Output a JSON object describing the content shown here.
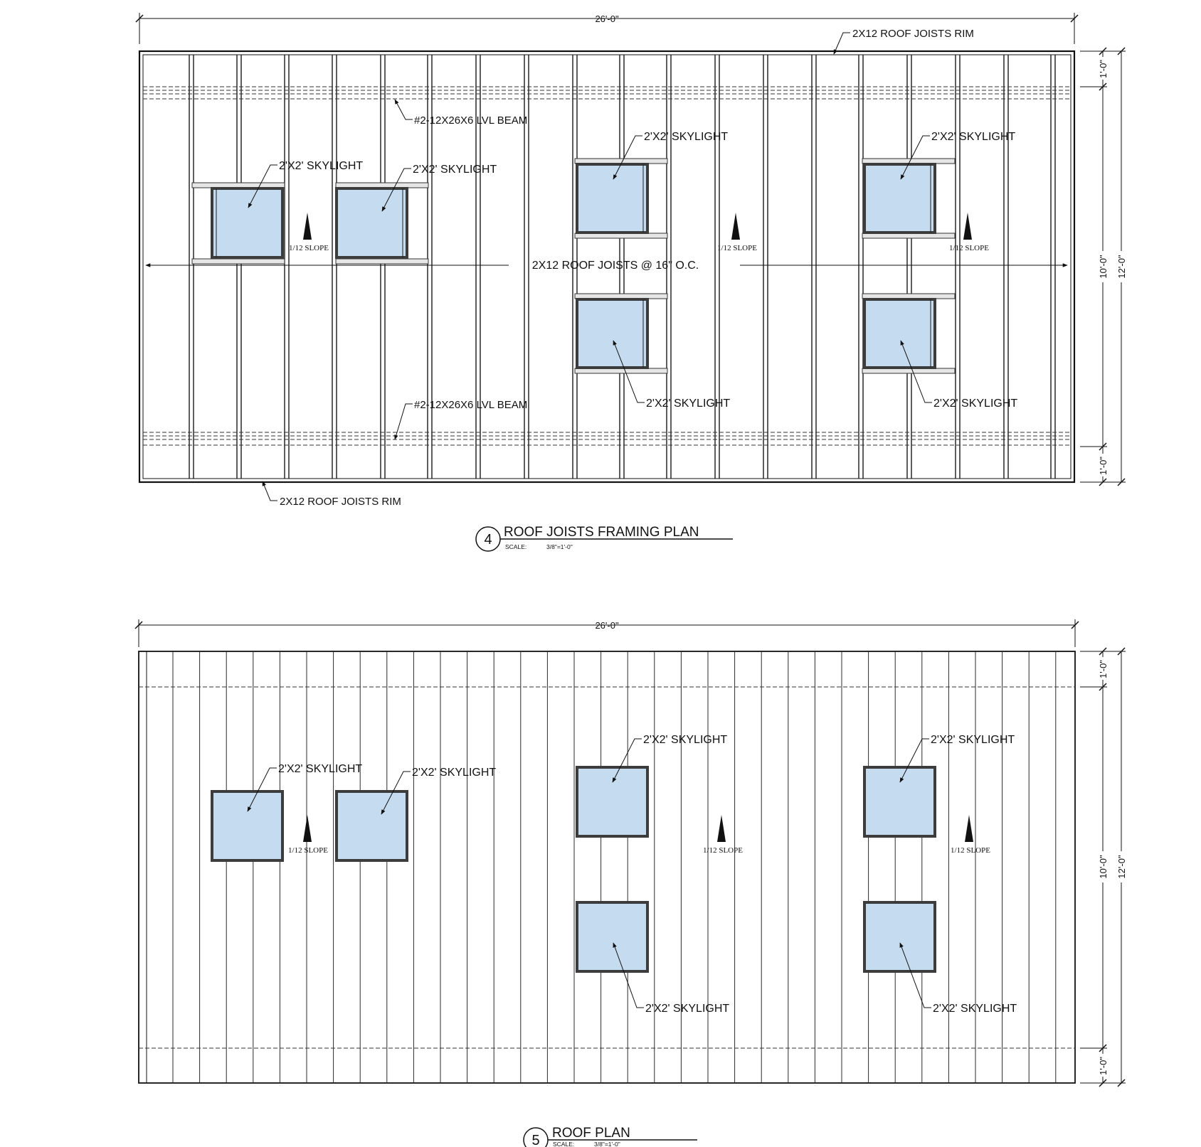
{
  "plan_framing": {
    "title_number": "4",
    "title": "ROOF JOISTS FRAMING PLAN",
    "scale_label": "SCALE:",
    "scale_value": "3/8\"=1'-0\"",
    "dim_width": "26'-0\"",
    "dim_edge_top": "1'-0\"",
    "dim_middle": "10'-0\"",
    "dim_edge_bottom": "1'-0\"",
    "dim_total": "12'-0\"",
    "rim_label_top": "2X12 ROOF JOISTS RIM",
    "rim_label_bottom": "2X12 ROOF JOISTS RIM",
    "beam_label_top": "#2-12X26X6 LVL BEAM",
    "beam_label_bottom": "#2-12X26X6 LVL BEAM",
    "joists_label": "2X12 ROOF JOISTS  @ 16\" O.C.",
    "slope_label": "1/12 SLOPE",
    "skylight_label": "2'X2' SKYLIGHT"
  },
  "plan_roof": {
    "title_number": "5",
    "title": "ROOF  PLAN",
    "scale_label": "SCALE:",
    "scale_value": "3/8\"=1'-0\"",
    "dim_width": "26'-0\"",
    "dim_edge_top": "1'-0\"",
    "dim_middle": "10'-0\"",
    "dim_edge_bottom": "1'-0\"",
    "dim_total": "12'-0\"",
    "slope_label": "1/12 SLOPE",
    "skylight_label": "2'X2' SKYLIGHT"
  },
  "colors": {
    "line": "#1a1a1a",
    "skylight_fill": "#c5dbf0",
    "skylight_frame": "#3c3c3c",
    "header_fill": "#e6e6e6"
  }
}
